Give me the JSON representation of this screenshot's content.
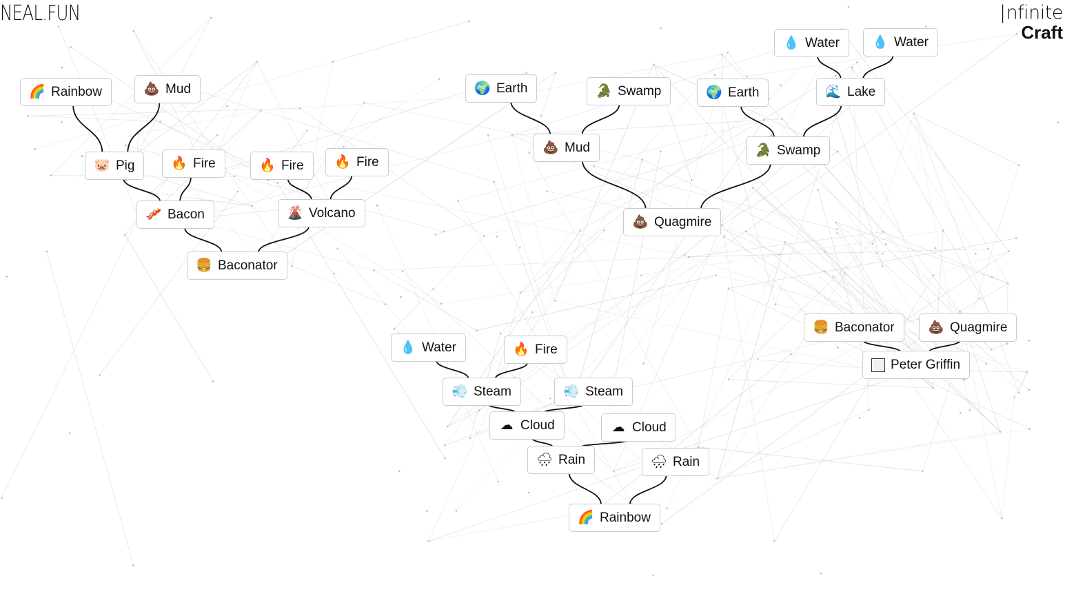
{
  "header": {
    "brand_left": "NEAL.FUN",
    "brand_right_line1": "nfinite",
    "brand_right_line2": "Craft"
  },
  "theme": {
    "background": "#ffffff",
    "item_border": "#c8ccd2",
    "link_color": "#111111",
    "web_color": "#d7d7d7"
  },
  "items": [
    {
      "id": "rainbow1",
      "label": "Rainbow",
      "icon": "rainbow-icon",
      "emoji": "🌈"
    },
    {
      "id": "mud1",
      "label": "Mud",
      "icon": "poop-icon",
      "emoji": "💩"
    },
    {
      "id": "pig",
      "label": "Pig",
      "icon": "pig-face-icon",
      "emoji": "🐷"
    },
    {
      "id": "fire1",
      "label": "Fire",
      "icon": "fire-icon",
      "emoji": "🔥"
    },
    {
      "id": "fire2",
      "label": "Fire",
      "icon": "fire-icon",
      "emoji": "🔥"
    },
    {
      "id": "fire3",
      "label": "Fire",
      "icon": "fire-icon",
      "emoji": "🔥"
    },
    {
      "id": "bacon",
      "label": "Bacon",
      "icon": "bacon-icon",
      "emoji": "🥓"
    },
    {
      "id": "volcano",
      "label": "Volcano",
      "icon": "volcano-icon",
      "emoji": "🌋"
    },
    {
      "id": "baconator1",
      "label": "Baconator",
      "icon": "burger-icon",
      "emoji": "🍔"
    },
    {
      "id": "earth1",
      "label": "Earth",
      "icon": "globe-icon",
      "emoji": "🌍"
    },
    {
      "id": "swamp1",
      "label": "Swamp",
      "icon": "crocodile-icon",
      "emoji": "🐊"
    },
    {
      "id": "earth2",
      "label": "Earth",
      "icon": "globe-icon",
      "emoji": "🌍"
    },
    {
      "id": "water1",
      "label": "Water",
      "icon": "droplet-icon",
      "emoji": "💧"
    },
    {
      "id": "water2",
      "label": "Water",
      "icon": "droplet-icon",
      "emoji": "💧"
    },
    {
      "id": "lake",
      "label": "Lake",
      "icon": "wave-icon",
      "emoji": "🌊"
    },
    {
      "id": "mud2",
      "label": "Mud",
      "icon": "poop-icon",
      "emoji": "💩"
    },
    {
      "id": "swamp2",
      "label": "Swamp",
      "icon": "crocodile-icon",
      "emoji": "🐊"
    },
    {
      "id": "quagmire1",
      "label": "Quagmire",
      "icon": "poop-icon",
      "emoji": "💩"
    },
    {
      "id": "water3",
      "label": "Water",
      "icon": "droplet-icon",
      "emoji": "💧"
    },
    {
      "id": "fire4",
      "label": "Fire",
      "icon": "fire-icon",
      "emoji": "🔥"
    },
    {
      "id": "steam1",
      "label": "Steam",
      "icon": "wind-icon",
      "emoji": "💨"
    },
    {
      "id": "steam2",
      "label": "Steam",
      "icon": "wind-icon",
      "emoji": "💨"
    },
    {
      "id": "cloud1",
      "label": "Cloud",
      "icon": "cloud-icon",
      "emoji": "☁"
    },
    {
      "id": "cloud2",
      "label": "Cloud",
      "icon": "cloud-icon",
      "emoji": "☁"
    },
    {
      "id": "rain1",
      "label": "Rain",
      "icon": "rain-cloud-icon",
      "emoji": "🌧"
    },
    {
      "id": "rain2",
      "label": "Rain",
      "icon": "rain-cloud-icon",
      "emoji": "🌧"
    },
    {
      "id": "rainbow2",
      "label": "Rainbow",
      "icon": "rainbow-icon",
      "emoji": "🌈"
    },
    {
      "id": "baconator2",
      "label": "Baconator",
      "icon": "burger-icon",
      "emoji": "🍔"
    },
    {
      "id": "quagmire2",
      "label": "Quagmire",
      "icon": "poop-icon",
      "emoji": "💩"
    },
    {
      "id": "petergriffin",
      "label": "Peter Griffin",
      "icon": "blank-square-icon",
      "emoji": ""
    }
  ],
  "links": [
    [
      "rainbow1",
      "pig"
    ],
    [
      "mud1",
      "pig"
    ],
    [
      "pig",
      "bacon"
    ],
    [
      "fire1",
      "bacon"
    ],
    [
      "fire2",
      "volcano"
    ],
    [
      "fire3",
      "volcano"
    ],
    [
      "bacon",
      "baconator1"
    ],
    [
      "volcano",
      "baconator1"
    ],
    [
      "earth1",
      "mud2"
    ],
    [
      "swamp1",
      "mud2"
    ],
    [
      "water1",
      "lake"
    ],
    [
      "water2",
      "lake"
    ],
    [
      "earth2",
      "swamp2"
    ],
    [
      "lake",
      "swamp2"
    ],
    [
      "mud2",
      "quagmire1"
    ],
    [
      "swamp2",
      "quagmire1"
    ],
    [
      "water3",
      "steam1"
    ],
    [
      "fire4",
      "steam1"
    ],
    [
      "steam1",
      "cloud1"
    ],
    [
      "steam2",
      "cloud1"
    ],
    [
      "cloud1",
      "rain1"
    ],
    [
      "cloud2",
      "rain1"
    ],
    [
      "rain1",
      "rainbow2"
    ],
    [
      "rain2",
      "rainbow2"
    ],
    [
      "baconator2",
      "petergriffin"
    ],
    [
      "quagmire2",
      "petergriffin"
    ]
  ]
}
